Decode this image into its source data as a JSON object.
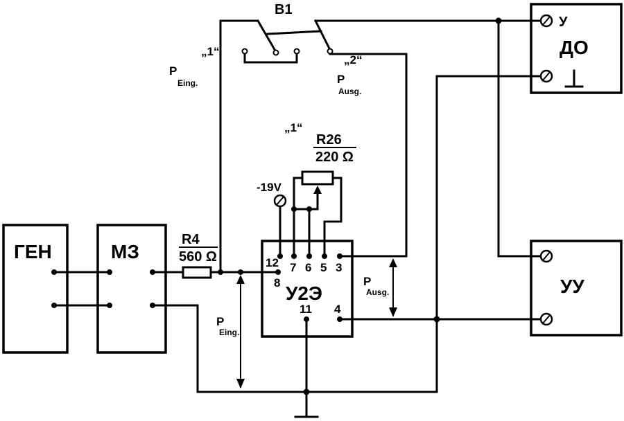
{
  "blocks": {
    "gen": "ГЕН",
    "mz": "МЗ",
    "do_label": "ДО",
    "do_y": "У",
    "uu": "УУ",
    "u2e": "У2Э"
  },
  "switch": {
    "name": "B1",
    "pos1": "„1“",
    "pos2": "„2“"
  },
  "resistors": {
    "r4": {
      "name": "R4",
      "value": "560 Ω"
    },
    "r26": {
      "name": "R26",
      "value": "220 Ω"
    }
  },
  "supply": {
    "voltage": "-19V"
  },
  "pins": [
    "12",
    "8",
    "7",
    "6",
    "5",
    "3",
    "11",
    "4"
  ],
  "labels": {
    "p_eing_top": {
      "main": "P",
      "sub": "Eing."
    },
    "p_ausg_top": {
      "main": "P",
      "sub": "Ausg."
    },
    "p_eing_bottom": {
      "main": "P",
      "sub": "Eing."
    },
    "p_ausg_mid": {
      "main": "P",
      "sub": "Ausg."
    },
    "pos1_mid": "„1“"
  }
}
